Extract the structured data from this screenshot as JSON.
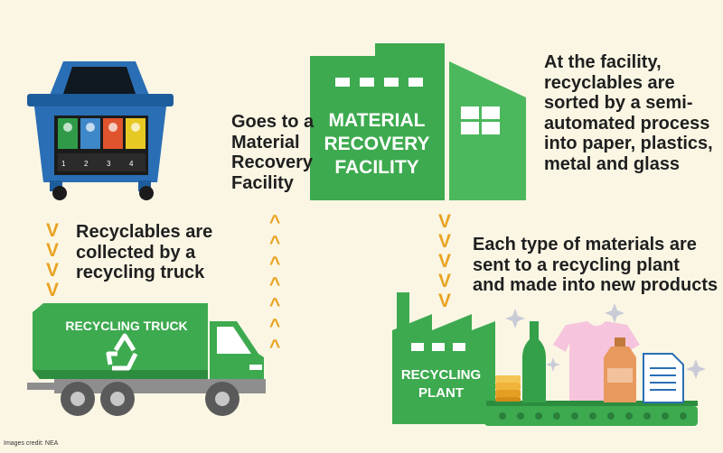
{
  "facility": {
    "label_line1": "MATERIAL",
    "label_line2": "RECOVERY",
    "label_line3": "FACILITY"
  },
  "truck": {
    "label": "RECYCLING TRUCK"
  },
  "plant": {
    "label_line1": "RECYCLING",
    "label_line2": "PLANT"
  },
  "steps": {
    "collected": [
      "Recyclables are",
      "collected by a",
      "recycling truck"
    ],
    "goes_to": [
      "Goes to a",
      "Material",
      "Recovery",
      "Facility"
    ],
    "sorted": [
      "At the facility,",
      "recyclables are",
      "sorted by a semi-",
      "automated process",
      "into paper, plastics,",
      "metal and glass"
    ],
    "plant": [
      "Each type of materials are",
      "sent to a recycling plant",
      "and made into new products"
    ]
  },
  "bin": {
    "labels": [
      "1",
      "2",
      "3",
      "4"
    ]
  },
  "chevrons": {
    "down": "V",
    "up": "^"
  },
  "credit": "Images credit: NEA",
  "colors": {
    "background": "#fbf6e4",
    "green": "#3daa4f",
    "green_dark": "#2c8d3e",
    "bin_blue": "#2a6fb5",
    "chevron": "#e9a321"
  }
}
